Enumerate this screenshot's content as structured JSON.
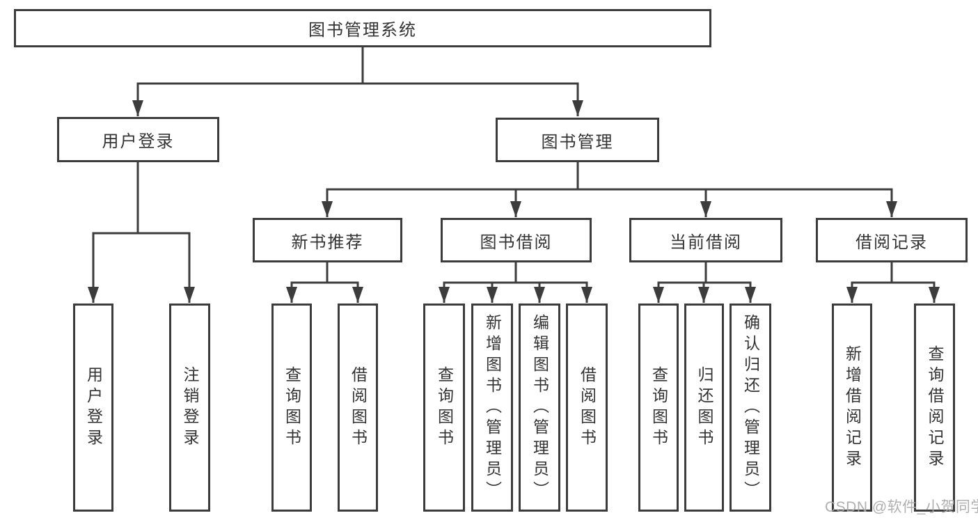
{
  "colors": {
    "stroke": "#3c3c3c",
    "text": "#333333",
    "background": "#ffffff",
    "watermark": "#a8a8a8"
  },
  "nodes": {
    "root": {
      "label": "图书管理系统"
    },
    "level2": [
      {
        "id": "user-login",
        "label": "用户登录"
      },
      {
        "id": "book-management",
        "label": "图书管理"
      }
    ],
    "level3": [
      {
        "id": "new-book-recommend",
        "label": "新书推荐",
        "parent": "book-management"
      },
      {
        "id": "book-borrow",
        "label": "图书借阅",
        "parent": "book-management"
      },
      {
        "id": "current-borrow",
        "label": "当前借阅",
        "parent": "book-management"
      },
      {
        "id": "borrow-record",
        "label": "借阅记录",
        "parent": "book-management"
      }
    ],
    "leaves": [
      {
        "label": "用户登录",
        "parent": "user-login"
      },
      {
        "label": "注销登录",
        "parent": "user-login"
      },
      {
        "label": "查询图书",
        "parent": "new-book-recommend"
      },
      {
        "label": "借阅图书",
        "parent": "new-book-recommend"
      },
      {
        "label": "查询图书",
        "parent": "book-borrow"
      },
      {
        "label": "新增图书（管理员）",
        "parent": "book-borrow"
      },
      {
        "label": "编辑图书（管理员）",
        "parent": "book-borrow"
      },
      {
        "label": "借阅图书",
        "parent": "book-borrow"
      },
      {
        "label": "查询图书",
        "parent": "current-borrow"
      },
      {
        "label": "归还图书",
        "parent": "current-borrow"
      },
      {
        "label": "确认归还（管理员）",
        "parent": "current-borrow"
      },
      {
        "label": "新增借阅记录",
        "parent": "borrow-record"
      },
      {
        "label": "查询借阅记录",
        "parent": "borrow-record"
      }
    ]
  },
  "watermark": {
    "text": "CSDN @软件_小贺同学"
  }
}
